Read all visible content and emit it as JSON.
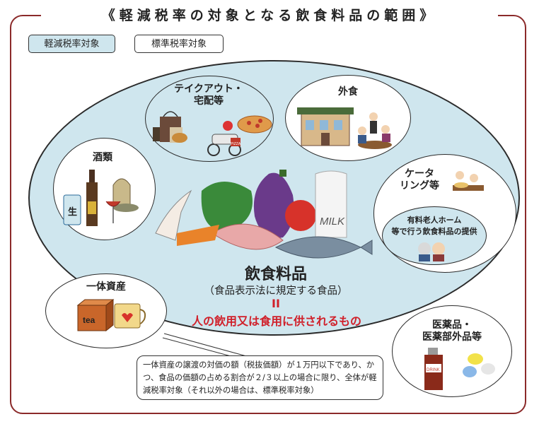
{
  "title": "《軽減税率の対象となる飲食料品の範囲》",
  "legend": {
    "reduced": "軽減税率対象",
    "standard": "標準税率対象"
  },
  "categories": {
    "takeout": "テイクアウト・\n宅配等",
    "dining_out": "外食",
    "alcohol": "酒類",
    "catering": "ケータ\nリング等",
    "nursing_home": "有料老人ホーム\n等で行う飲食料品の提供",
    "bundled_assets": "一体資産",
    "medicine": "医薬品・\n医薬部外品等"
  },
  "main": {
    "label": "飲食料品",
    "sub_label": "（食品表示法に規定する食品）",
    "equals": "II",
    "definition": "人の飲用又は食用に供されるもの"
  },
  "note": "一体資産の譲渡の対価の額（税抜価額）が１万円以下であり、かつ、食品の価額の占める割合が２/３以上の場合に限り、全体が軽減税率対象（それ以外の場合は、標準税率対象）",
  "illustration_text": {
    "milk": "MILK",
    "tea": "tea",
    "nama": "生",
    "drink": "DRINK",
    "pizza": "PIZZA"
  },
  "colors": {
    "reduced_fill": "#cfe6ee",
    "frame": "#8b2a2a",
    "highlight_red": "#d0202a"
  }
}
